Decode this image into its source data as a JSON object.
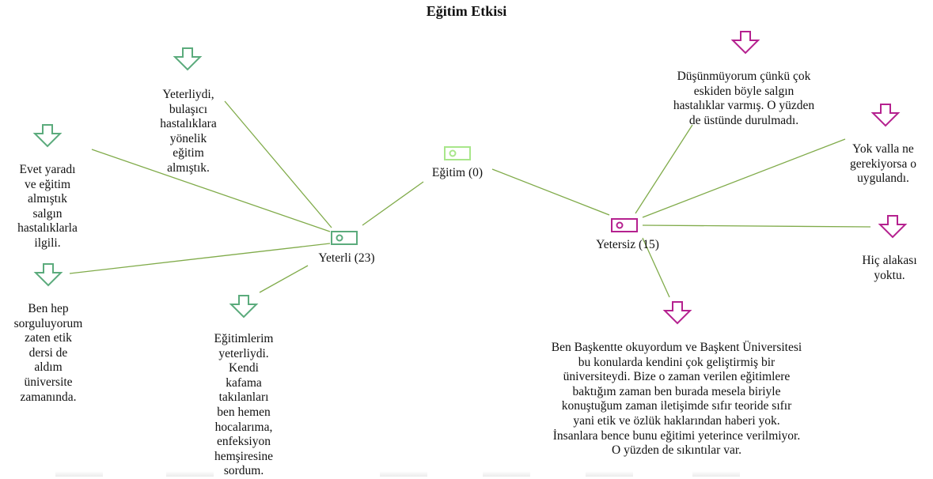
{
  "title": "Eğitim Etkisi",
  "colors": {
    "line": "#80ab4a",
    "green_icon": "#5bab7c",
    "root_icon": "#a8e68a",
    "pink": "#b5218f",
    "text": "#111111"
  },
  "nodes": {
    "root": {
      "label": "Eğitim (0)",
      "icon": "code-tag-icon"
    },
    "yeterli": {
      "label": "Yeterli (23)",
      "icon": "code-tag-icon"
    },
    "yetersiz": {
      "label": "Yetersiz (15)",
      "icon": "code-tag-icon"
    }
  },
  "quotes": {
    "q1": {
      "icon": "down-arrow-icon",
      "text": "Yeterliydi,\nbulaşıcı\nhastalıklara\nyönelik\neğitim\nalmıştık."
    },
    "q2": {
      "icon": "down-arrow-icon",
      "text": "Evet yaradı\nve eğitim\nalmıştık\nsalgın\nhastalıklarla\nilgili."
    },
    "q3": {
      "icon": "down-arrow-icon",
      "text": "Ben hep\nsorguluyorum\nzaten etik\ndersi de\naldım\nüniversite\nzamanında."
    },
    "q4": {
      "icon": "down-arrow-icon",
      "text": "Eğitimlerim\nyeterliydi.\nKendi\nkafama\ntakılanları\nben hemen\nhocalarıma,\nenfeksiyon\nhemşiresine\nsordum."
    },
    "q5": {
      "icon": "down-arrow-icon",
      "text": "Düşünmüyorum çünkü çok\neskiden böyle salgın\nhastalıklar varmış. O yüzden\nde üstünde durulmadı."
    },
    "q6": {
      "icon": "down-arrow-icon",
      "text": "Yok valla ne\ngerekiyorsa o\nuygulandı."
    },
    "q7": {
      "icon": "down-arrow-icon",
      "text": "Hiç alakası\nyoktu."
    },
    "q8": {
      "icon": "down-arrow-icon",
      "text": "Ben Başkentte okuyordum ve Başkent Üniversitesi\nbu konularda kendini çok geliştirmiş bir\nüniversiteydi. Bize o zaman verilen eğitimlere\nbaktığım zaman ben burada mesela biriyle\nkonuştuğum zaman iletişimde sıfır teoride sıfır\nyani etik ve özlük haklarından haberi yok.\nİnsanlara bence bunu eğitimi yeterince verilmiyor.\nO yüzden de sıkıntılar var."
    }
  }
}
